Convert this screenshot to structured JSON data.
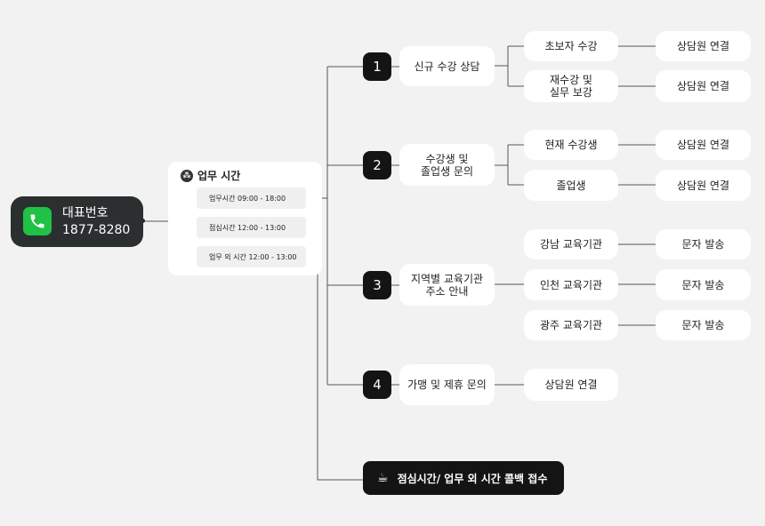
{
  "main_number": {
    "label": "대표번호",
    "number": "1877-8280"
  },
  "hours": {
    "title": "업무 시간",
    "rows": [
      {
        "label": "업무시간",
        "time": "09:00 - 18:00"
      },
      {
        "label": "점심시간",
        "time": "12:00 - 13:00"
      },
      {
        "label": "업무 외 시간",
        "time": "12:00 - 13:00"
      }
    ]
  },
  "menu": [
    {
      "num": "1",
      "label": "신규 수강 상담",
      "subs": [
        {
          "label": "초보자 수강",
          "action": "상담원 연결"
        },
        {
          "label": "재수강 및\n실무 보강",
          "action": "상담원 연결"
        }
      ]
    },
    {
      "num": "2",
      "label": "수강생 및\n졸업생 문의",
      "subs": [
        {
          "label": "현재 수강생",
          "action": "상담원 연결"
        },
        {
          "label": "졸업생",
          "action": "상담원 연결"
        }
      ]
    },
    {
      "num": "3",
      "label": "지역별 교육기관\n주소 안내",
      "subs": [
        {
          "label": "강남 교육기관",
          "action": "문자 발송"
        },
        {
          "label": "인천 교육기관",
          "action": "문자 발송"
        },
        {
          "label": "광주 교육기관",
          "action": "문자 발송"
        }
      ]
    },
    {
      "num": "4",
      "label": "가맹 및 제휴 문의",
      "subs": [
        {
          "label": "상담원 연결"
        }
      ]
    }
  ],
  "callback": {
    "label": "점심시간/ 업무 외 시간 콜백 접수",
    "icon": "coffee-cup-icon"
  },
  "colors": {
    "dark": "#141414",
    "phone_green": "#1fc245",
    "background": "#f2f2f2"
  }
}
